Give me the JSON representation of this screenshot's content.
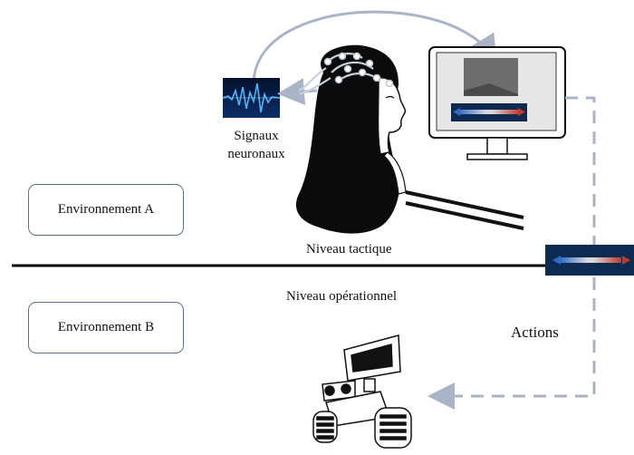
{
  "diagram": {
    "signals_label": "Signaux neuronaux",
    "tactical_level": "Niveau tactique",
    "operational_level": "Niveau opérationnel",
    "env_a": "Environnement A",
    "env_b": "Environnement B",
    "actions_label": "Actions"
  },
  "colors": {
    "arrow": "#a9b4c8",
    "divider": "#000000",
    "box_border": "#5a7390",
    "signal_blue": "#2f8fe8"
  },
  "icons": [
    "brain-signal-icon",
    "human-head-eeg-icon",
    "monitor-icon",
    "direction-arrow-icon",
    "robot-icon"
  ]
}
